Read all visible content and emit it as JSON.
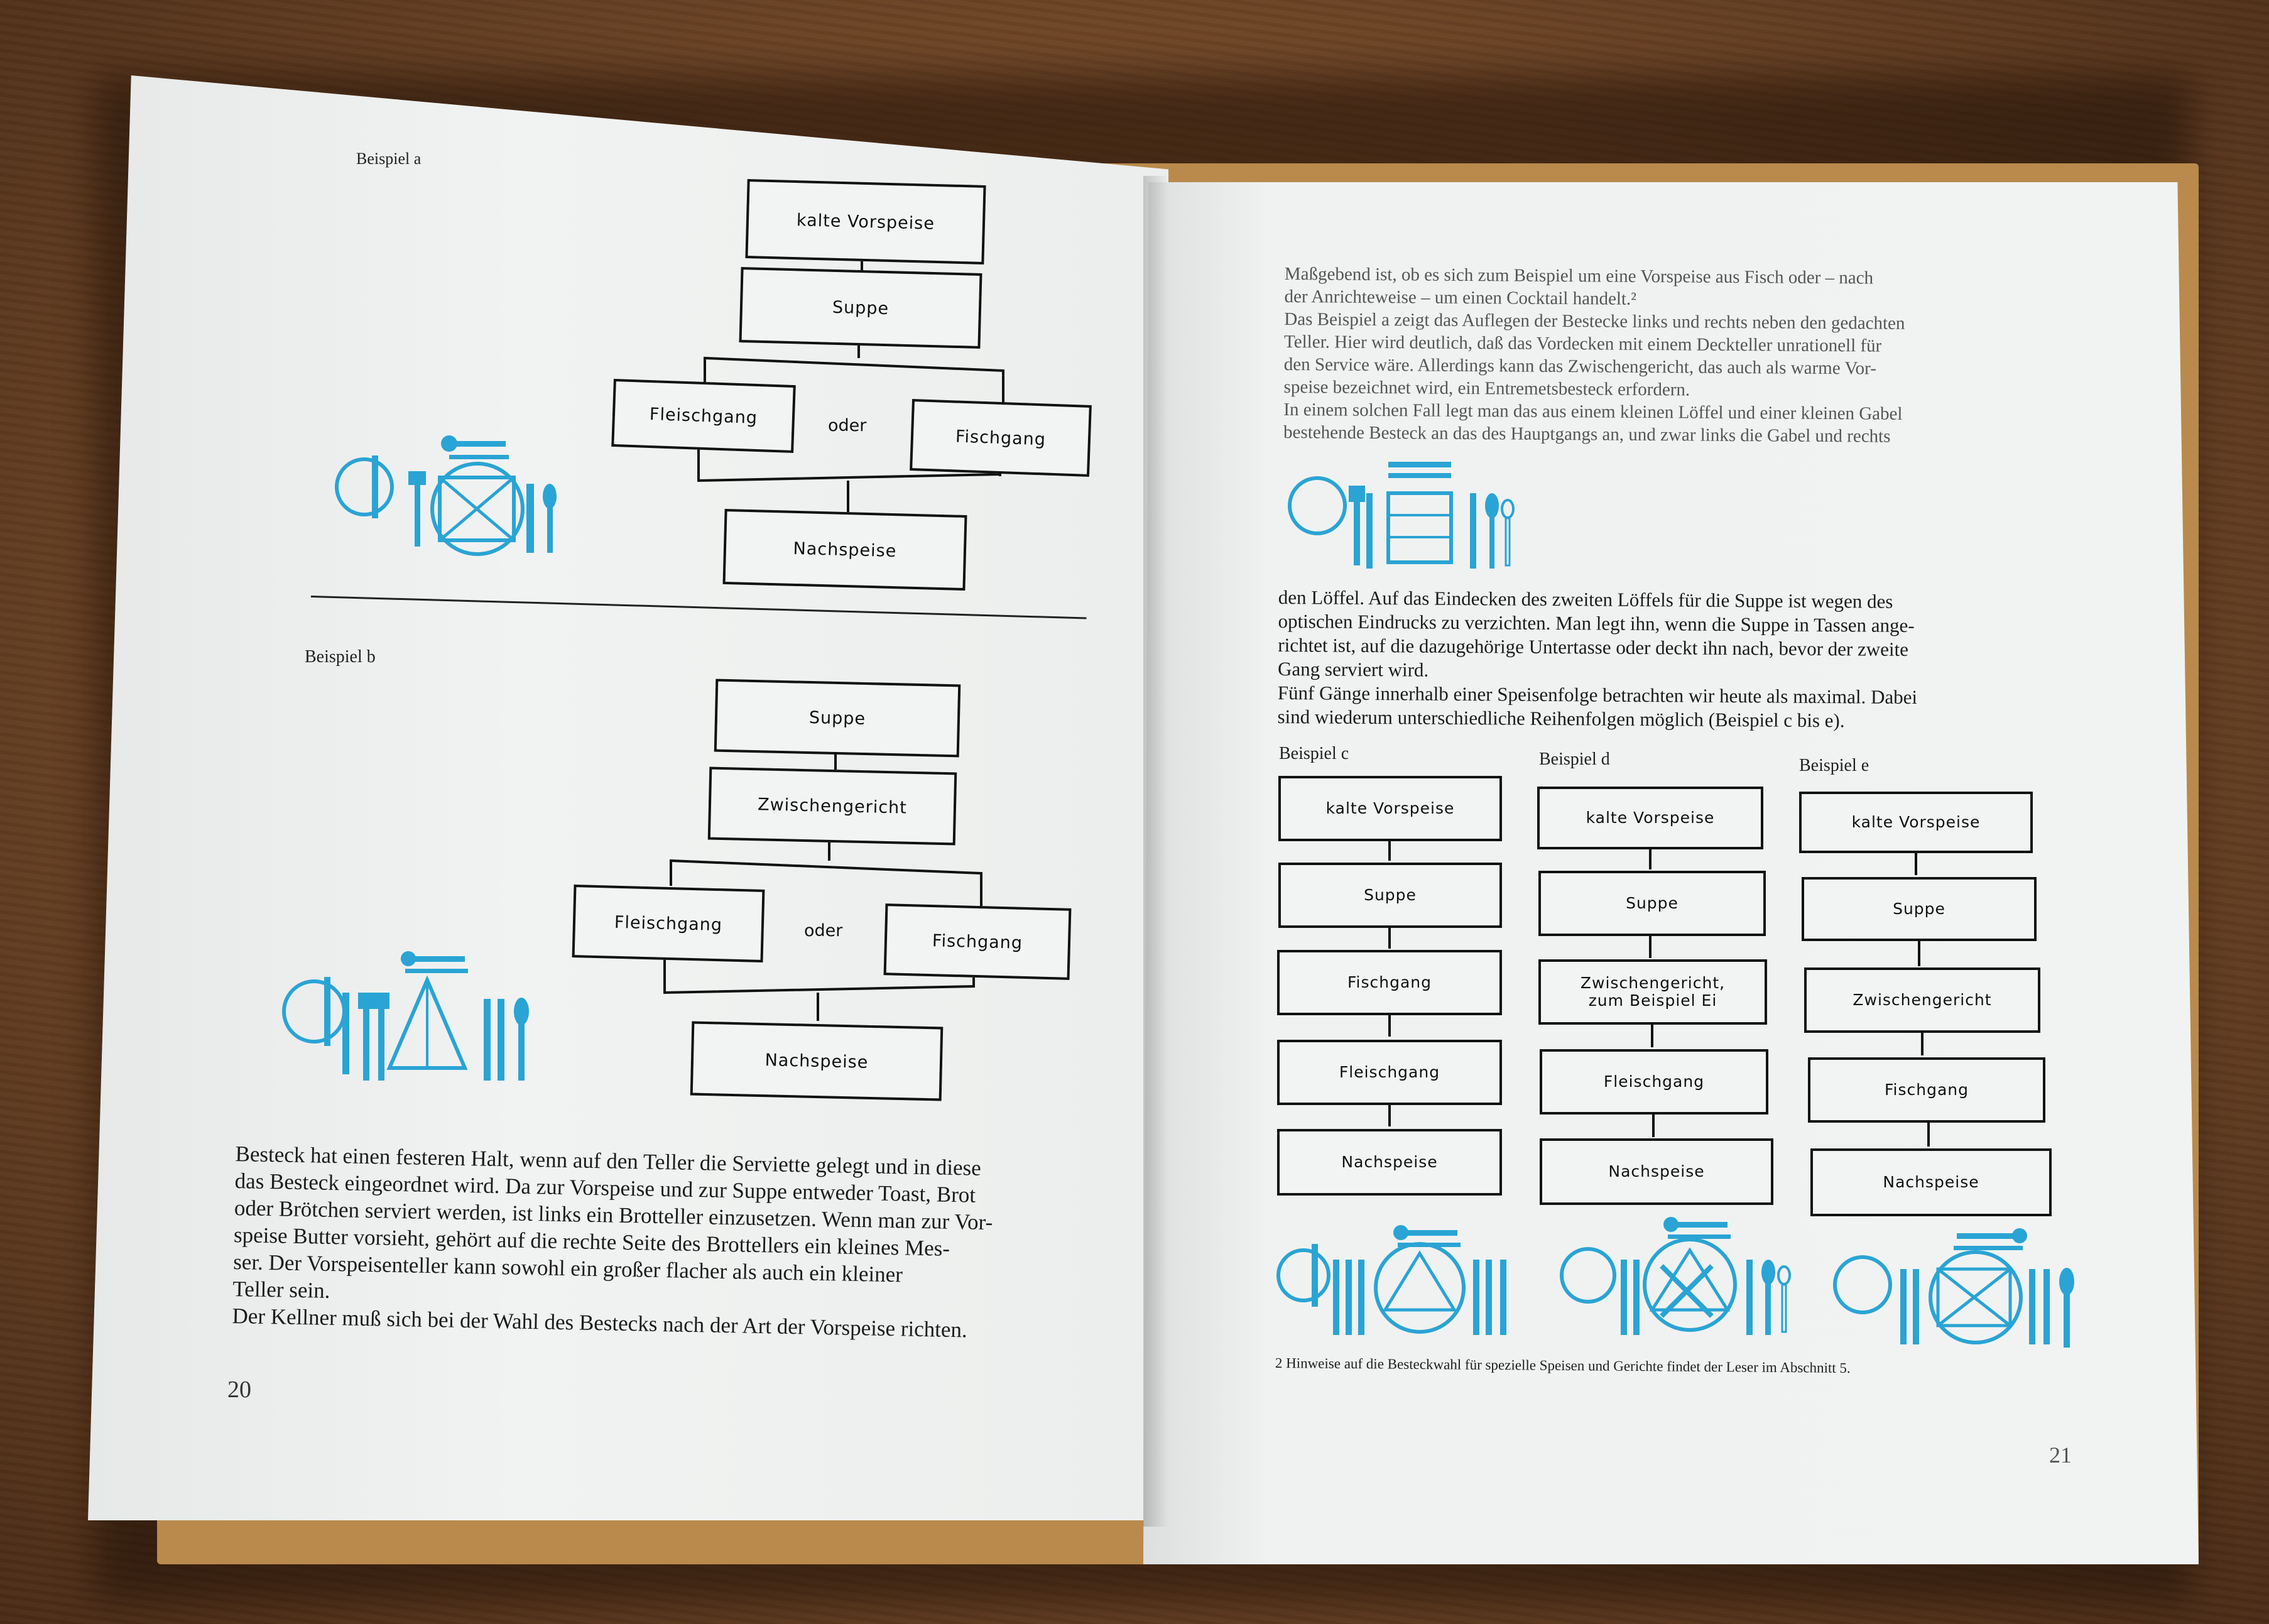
{
  "colors": {
    "accent_cyan": "#2aa4d4",
    "ink": "#111111",
    "paper": "#eef0ef",
    "table": "#6e4526"
  },
  "left_page": {
    "example_a": {
      "label": "Beispiel a",
      "boxes": [
        "kalte Vorspeise",
        "Suppe",
        "Fleischgang",
        "Fischgang",
        "Nachspeise"
      ],
      "or": "oder"
    },
    "example_b": {
      "label": "Beispiel b",
      "boxes": [
        "Suppe",
        "Zwischengericht",
        "Fleischgang",
        "Fischgang",
        "Nachspeise"
      ],
      "or": "oder"
    },
    "text_lines": [
      "Besteck hat einen festeren Halt, wenn auf den Teller die Serviette gelegt und in diese",
      "das Besteck eingeordnet wird. Da zur Vorspeise und zur Suppe entweder Toast, Brot",
      "oder Brötchen serviert werden, ist links ein Brotteller einzusetzen. Wenn man zur Vor-",
      "speise Butter vorsieht, gehört auf die rechte Seite des Brottellers ein kleines Mes-",
      "ser. Der Vorspeisenteller kann sowohl ein großer flacher als auch ein kleiner",
      "Teller sein.",
      "Der Kellner muß sich bei der Wahl des Bestecks nach der Art der Vorspeise richten."
    ],
    "page_number": "20"
  },
  "right_page": {
    "text_top": [
      "Maßgebend ist, ob es sich zum Beispiel um eine Vorspeise aus Fisch oder – nach",
      "der Anrichteweise – um einen Cocktail handelt.²",
      "Das Beispiel a zeigt das Auflegen der Bestecke links und rechts neben den gedachten",
      "Teller. Hier wird deutlich, daß das Vordecken mit einem Deckteller unrationell für",
      "den Service wäre. Allerdings kann das Zwischengericht, das auch als warme Vor-",
      "speise bezeichnet wird, ein Entremetsbesteck erfordern.",
      "In einem solchen Fall legt man das aus einem kleinen Löffel und einer kleinen Gabel",
      "bestehende Besteck an das des Hauptgangs an, und zwar links die Gabel und rechts"
    ],
    "text_mid": [
      "den Löffel. Auf das Eindecken des zweiten Löffels für die Suppe ist wegen des",
      "optischen Eindrucks zu verzichten. Man legt ihn, wenn die Suppe in Tassen ange-",
      "richtet ist, auf die dazugehörige Untertasse oder deckt ihn nach, bevor der zweite",
      "Gang serviert wird.",
      "Fünf Gänge innerhalb einer Speisenfolge betrachten wir heute als maximal. Dabei",
      "sind wiederum unterschiedliche Reihenfolgen möglich (Beispiel c bis e)."
    ],
    "example_c": {
      "label": "Beispiel c",
      "boxes": [
        "kalte Vorspeise",
        "Suppe",
        "Fischgang",
        "Fleischgang",
        "Nachspeise"
      ]
    },
    "example_d": {
      "label": "Beispiel d",
      "boxes": [
        "kalte Vorspeise",
        "Suppe",
        "Zwischengericht,",
        "zum Beispiel Ei",
        "Fleischgang",
        "Nachspeise"
      ]
    },
    "example_e": {
      "label": "Beispiel e",
      "boxes": [
        "kalte Vorspeise",
        "Suppe",
        "Zwischengericht",
        "Fischgang",
        "Nachspeise"
      ]
    },
    "footnote": "2   Hinweise auf die Besteckwahl für spezielle Speisen und Gerichte findet der Leser im Abschnitt 5.",
    "page_number": "21"
  },
  "icons": [
    "place-setting-a-icon",
    "place-setting-b-icon",
    "place-setting-entremets-icon",
    "place-setting-c-icon",
    "place-setting-d-icon",
    "place-setting-e-icon"
  ]
}
